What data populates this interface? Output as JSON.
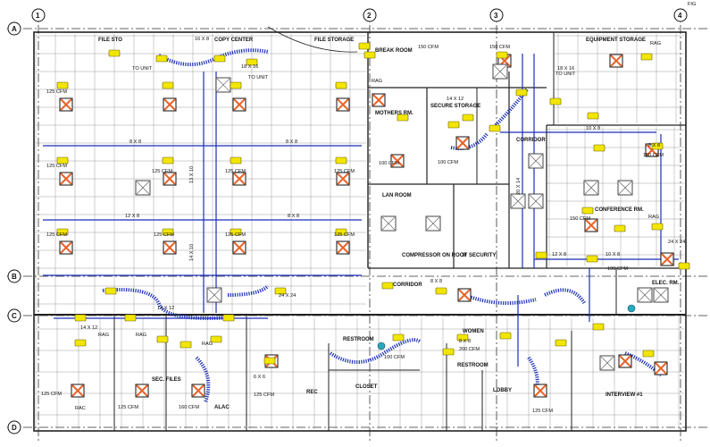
{
  "sheet_mark": "FIG",
  "grid": {
    "columns": [
      "1",
      "2",
      "3",
      "4"
    ],
    "rows": [
      "A",
      "B",
      "C",
      "D"
    ]
  },
  "rooms": {
    "file_sto": "FILE STO",
    "copy_center": "COPY CENTER",
    "file_storage": "FILE STORAGE",
    "break_room": "BREAK ROOM",
    "equipment_storage": "EQUIPMENT STORAGE",
    "mothers_rm": "MOTHERS RM.",
    "secure_storage": "SECURE STORAGE",
    "corridor_upper": "CORRIDOR",
    "lan_room": "LAN ROOM",
    "compressor": "COMPRESSOR ON ROOF",
    "it_security": "IT SECURITY",
    "conference_rm": "CONFERENCE RM.",
    "corridor_lower": "CORRIDOR",
    "elec_rm": "ELEC. RM.",
    "restroom": "RESTROOM",
    "restroom_2": "RESTROOM",
    "women": "WOMEN",
    "lobby": "LOBBY",
    "interview": "INTERVIEW #1",
    "sec_files": "SEC. FILES",
    "closet": "CLOSET",
    "alac": "ALAC",
    "rec": "REC"
  },
  "duct_labels": [
    "8 X 8",
    "12 X 8",
    "16 X 8",
    "10 X 8",
    "6 X 6",
    "24 X 24",
    "18 X 16",
    "14 X 12",
    "14 X 10",
    "13 X 10",
    "20 X 14"
  ],
  "airflow_labels": [
    "125 CFM",
    "150 CFM",
    "100 CFM",
    "125 CFM",
    "200 CFM",
    "160 CFM"
  ],
  "equipment_labels": [
    "TO UNIT",
    "RAG",
    "RAC"
  ],
  "colors": {
    "duct": "#1b2fb8",
    "tag": "#f2e600",
    "diffuser": "#e8632a",
    "wall": "#222222",
    "equipment": "#2aa8c0"
  }
}
